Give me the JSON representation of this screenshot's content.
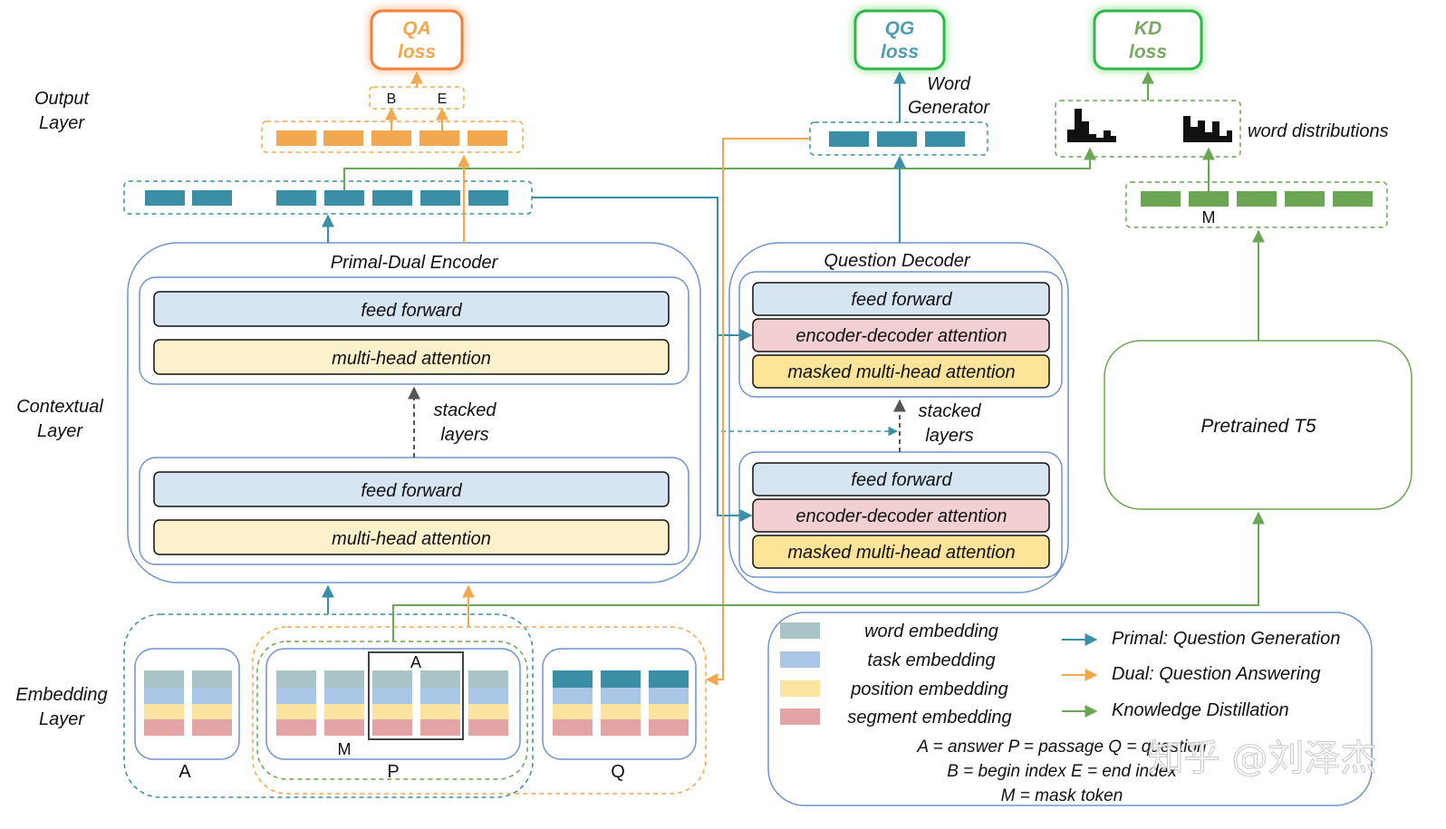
{
  "layers": {
    "output": [
      "Output",
      "Layer"
    ],
    "contextual": [
      "Contextual",
      "Layer"
    ],
    "embedding": [
      "Embedding",
      "Layer"
    ]
  },
  "losses": {
    "qa": [
      "QA",
      "loss"
    ],
    "qg": [
      "QG",
      "loss"
    ],
    "kd": [
      "KD",
      "loss"
    ]
  },
  "output": {
    "b_label": "B",
    "e_label": "E",
    "word_generator": [
      "Word",
      "Generator"
    ],
    "word_distributions": "word distributions",
    "m_label": "M"
  },
  "encoder": {
    "title": "Primal-Dual Encoder",
    "feed_forward": "feed forward",
    "attention": "multi-head attention",
    "stacked": [
      "stacked",
      "layers"
    ]
  },
  "decoder": {
    "title": "Question Decoder",
    "feed_forward": "feed forward",
    "enc_dec_attention": "encoder-decoder attention",
    "masked_attention": "masked multi-head attention",
    "stacked": [
      "stacked",
      "layers"
    ]
  },
  "t5": {
    "title": "Pretrained T5"
  },
  "embedding": {
    "a_label": "A",
    "p_label": "P",
    "q_label": "Q",
    "m_label": "M",
    "a_inner_label": "A"
  },
  "legend": {
    "embeddings": [
      "word embedding",
      "task embedding",
      "position embedding",
      "segment embedding"
    ],
    "arrows": [
      "Primal: Question Generation",
      "Dual: Question Answering",
      "Knowledge Distillation"
    ],
    "abbrev": [
      "A = answer  P = passage  Q = question",
      "B = begin index   E = end index",
      "M = mask token"
    ]
  },
  "watermark": "知乎 @刘泽杰",
  "colors": {
    "teal": "#3a8fa6",
    "orange": "#f2a84e",
    "green": "#6aa654",
    "blue_frame": "#6f93cf",
    "ff_fill": "#d7e5f3",
    "mha_fill": "#fdf1cc",
    "encdec_fill": "#f2d0d2",
    "masked_fill": "#fde498",
    "word_emb": "#a9c4c6",
    "task_emb": "#a9c6e6",
    "pos_emb": "#fbe4a0",
    "seg_emb": "#e3a4a6"
  }
}
